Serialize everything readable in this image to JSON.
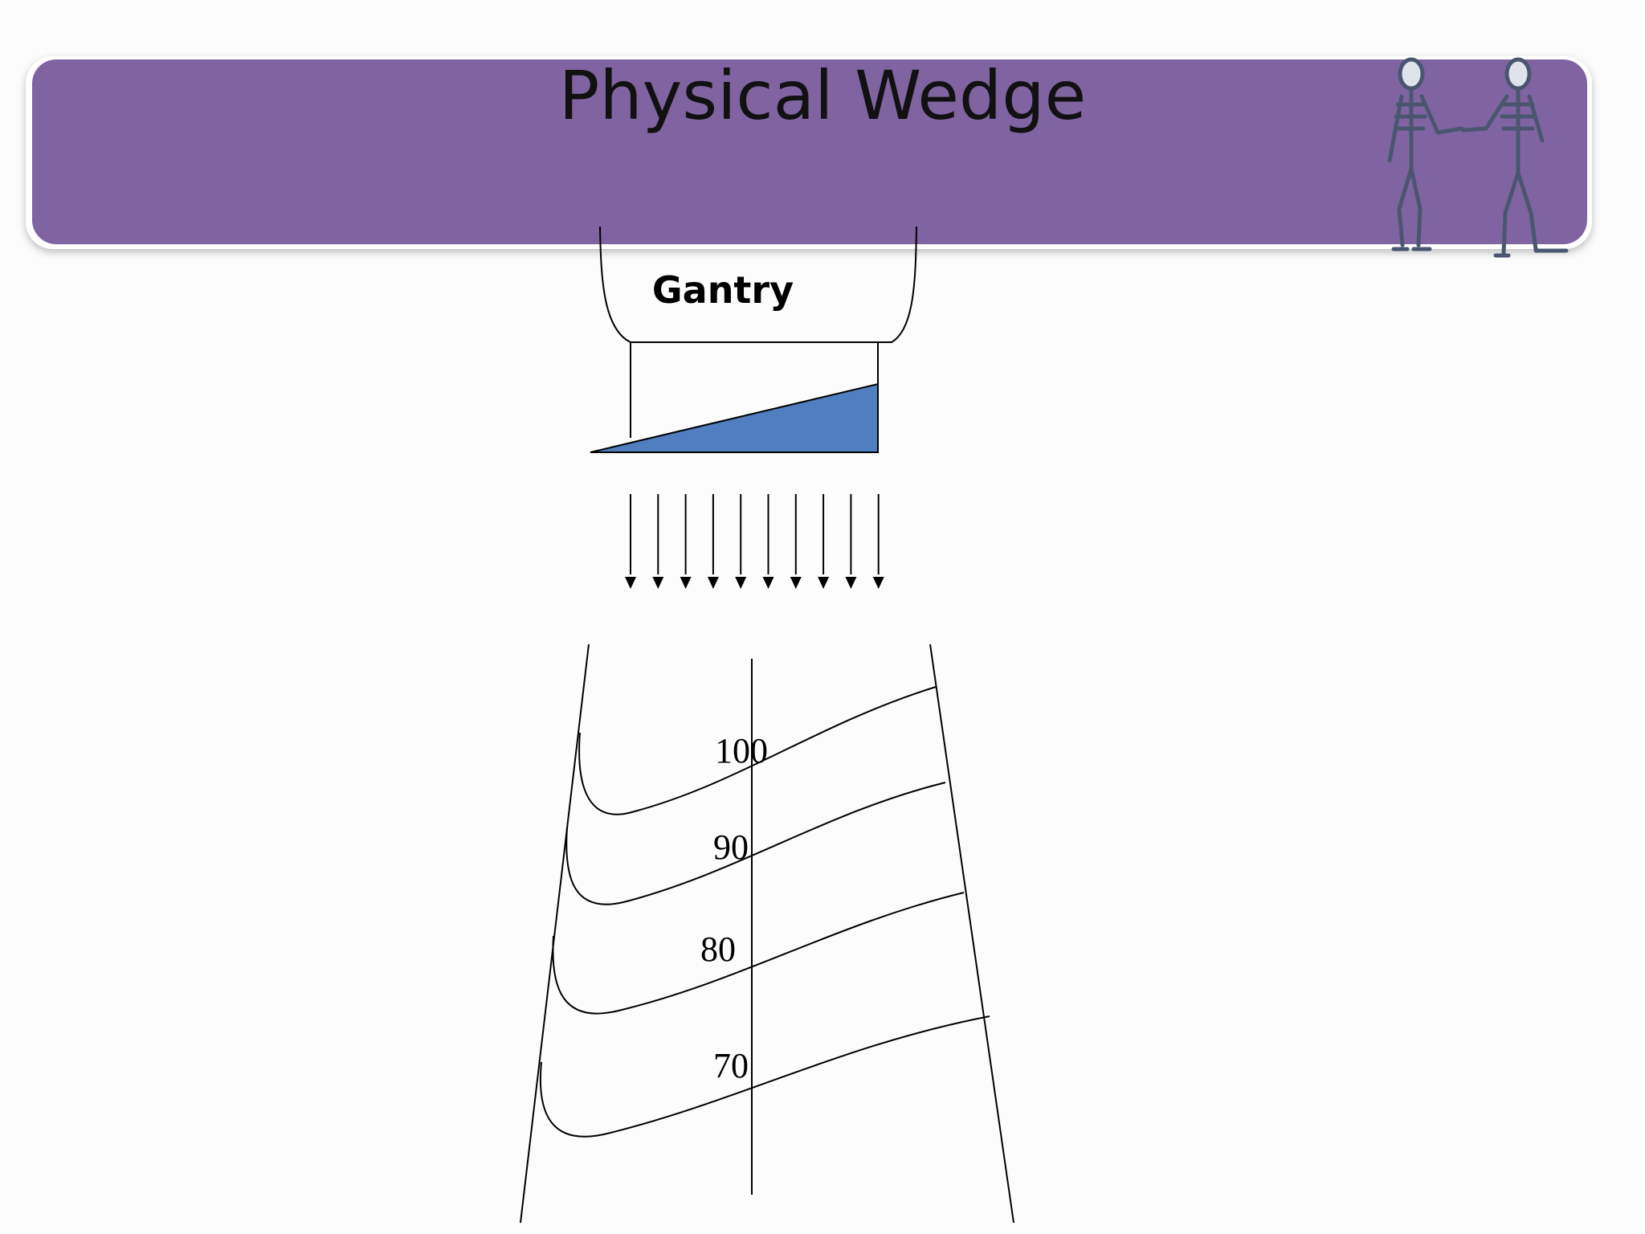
{
  "slide": {
    "title": "Physical Wedge",
    "banner_color": "#8064a2",
    "background_color": "#fcfcfc"
  },
  "diagram": {
    "gantry_label": "Gantry",
    "wedge_color": "#4f7ec1",
    "isodose_labels": [
      "100",
      "90",
      "80",
      "70"
    ],
    "decoration": "skeletons-handshake-image"
  }
}
